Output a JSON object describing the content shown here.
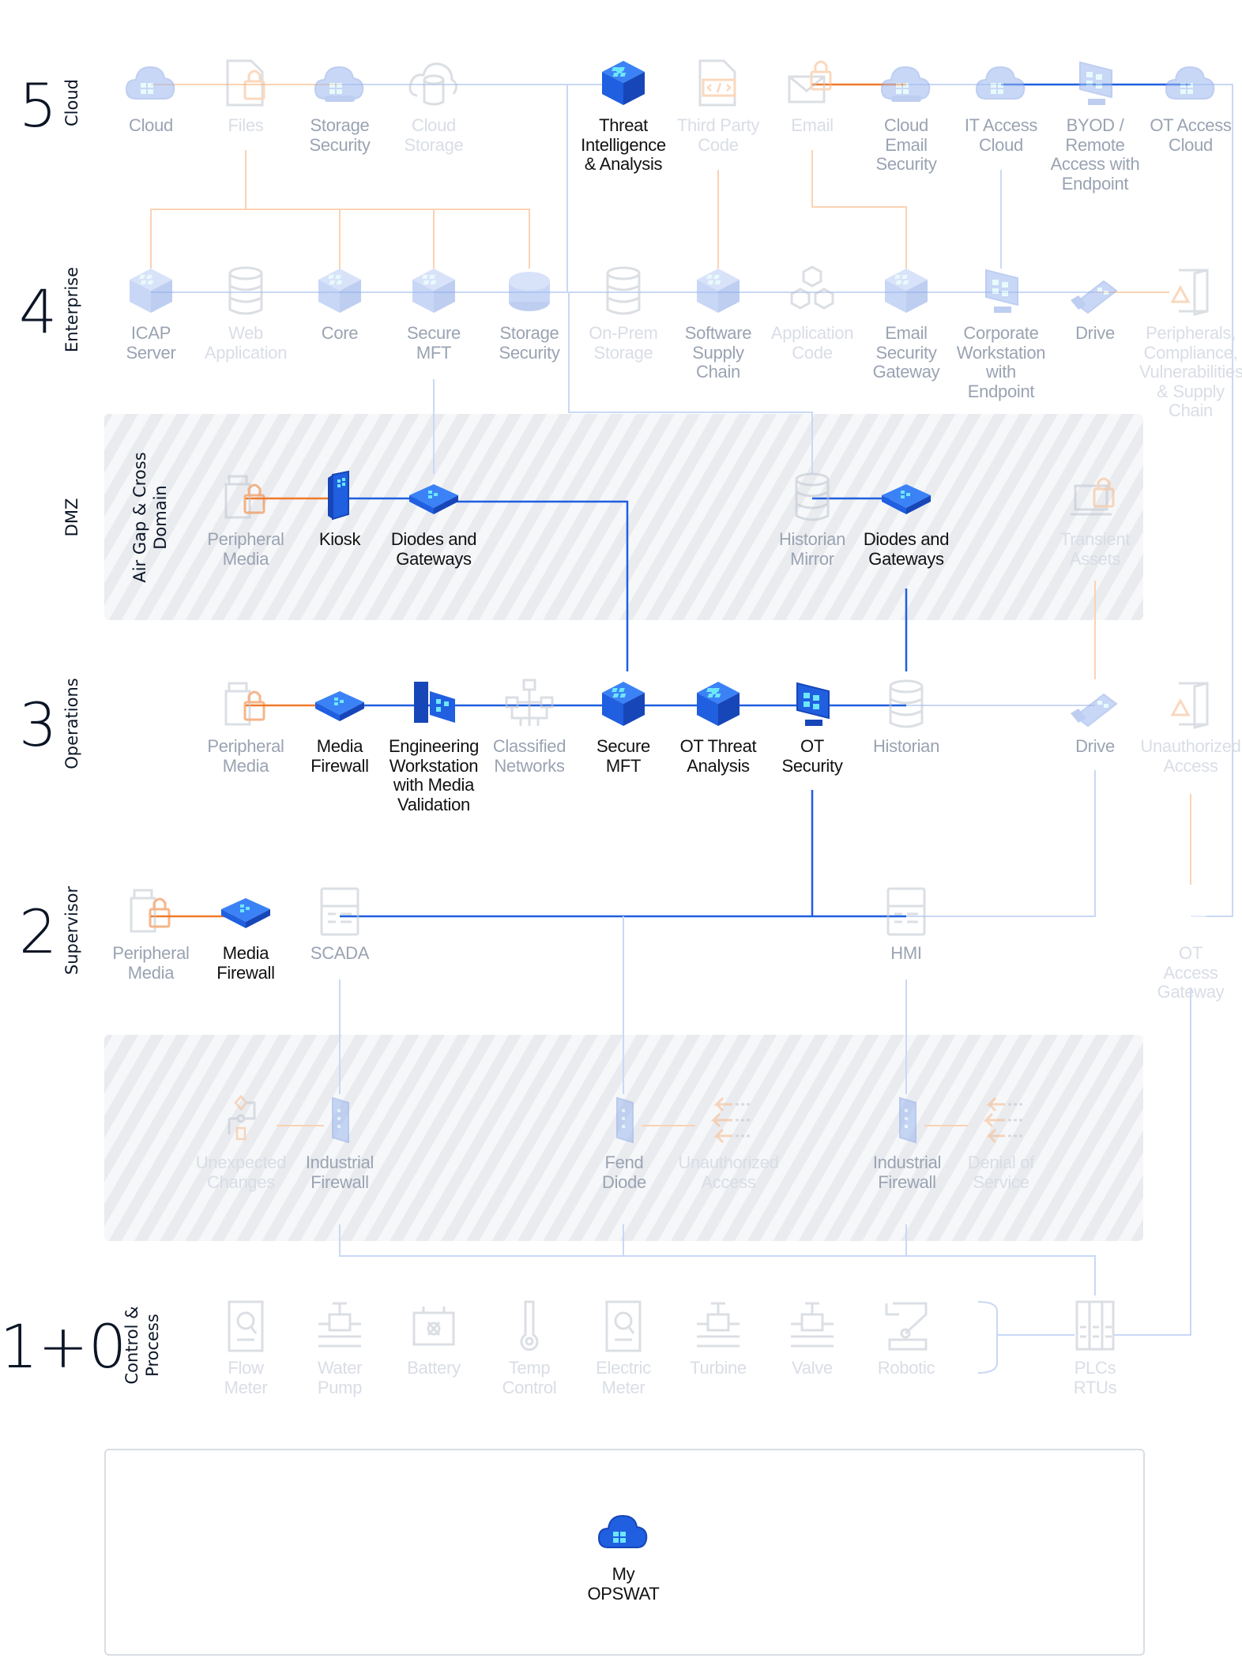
{
  "colors": {
    "active_blue": "#1f5fe0",
    "faded_blue": "#c9d8f6",
    "active_orange": "#f07a2a",
    "faded_orange": "#fbd2b3",
    "text": "#0b1526"
  },
  "layers": [
    {
      "number": "5",
      "name": "Cloud"
    },
    {
      "number": "4",
      "name": "Enterprise"
    },
    {
      "number": "",
      "name": "DMZ",
      "sub": "Air Gap & Cross\nDomain"
    },
    {
      "number": "3",
      "name": "Operations"
    },
    {
      "number": "2",
      "name": "Supervisor"
    },
    {
      "number": "1+0",
      "name": "Control &\nProcess"
    }
  ],
  "nodes": [
    {
      "label": "Cloud",
      "icon": "cloud-icon",
      "state": "dim"
    },
    {
      "label": "Files",
      "icon": "file-lock-icon",
      "state": "faded"
    },
    {
      "label": "Storage\nSecurity",
      "icon": "storage-cloud-icon",
      "state": "dim"
    },
    {
      "label": "Cloud\nStorage",
      "icon": "cloud-database-icon",
      "state": "faded"
    },
    {
      "label": "Threat\nIntelligence\n& Analysis",
      "icon": "threat-intel-icon",
      "state": "active"
    },
    {
      "label": "Third Party\nCode",
      "icon": "code-file-icon",
      "state": "faded"
    },
    {
      "label": "Email",
      "icon": "email-lock-icon",
      "state": "faded"
    },
    {
      "label": "Cloud\nEmail\nSecurity",
      "icon": "email-cloud-icon",
      "state": "dim"
    },
    {
      "label": "IT Access\nCloud",
      "icon": "access-cloud-icon",
      "state": "dim"
    },
    {
      "label": "BYOD /\nRemote\nAccess with\nEndpoint",
      "icon": "laptop-icon",
      "state": "dim"
    },
    {
      "label": "OT Access\nCloud",
      "icon": "access-cloud-icon",
      "state": "dim"
    },
    {
      "label": "ICAP\nServer",
      "icon": "server-cube-icon",
      "state": "dim"
    },
    {
      "label": "Web\nApplication",
      "icon": "database-icon",
      "state": "faded"
    },
    {
      "label": "Core",
      "icon": "cube-icon",
      "state": "dim"
    },
    {
      "label": "Secure\nMFT",
      "icon": "cube-icon",
      "state": "dim"
    },
    {
      "label": "Storage\nSecurity",
      "icon": "storage-icon",
      "state": "dim"
    },
    {
      "label": "On-Prem\nStorage",
      "icon": "database-icon",
      "state": "faded"
    },
    {
      "label": "Software\nSupply\nChain",
      "icon": "cube-icon",
      "state": "dim"
    },
    {
      "label": "Application\nCode",
      "icon": "boxes-icon",
      "state": "faded"
    },
    {
      "label": "Email\nSecurity\nGateway",
      "icon": "cube-icon",
      "state": "dim"
    },
    {
      "label": "Corporate\nWorkstation\nwith\nEndpoint",
      "icon": "monitor-icon",
      "state": "dim"
    },
    {
      "label": "Drive",
      "icon": "usb-drive-icon",
      "state": "dim"
    },
    {
      "label": "Peripherals,\nCompliance,\nVulnerabilities,\n& Supply Chain",
      "icon": "warning-door-icon",
      "state": "faded"
    },
    {
      "label": "Peripheral\nMedia",
      "icon": "peripheral-lock-icon",
      "state": "dim"
    },
    {
      "label": "Kiosk",
      "icon": "kiosk-icon",
      "state": "active"
    },
    {
      "label": "Diodes and\nGateways",
      "icon": "gateway-icon",
      "state": "active"
    },
    {
      "label": "Historian\nMirror",
      "icon": "database-icon",
      "state": "dim"
    },
    {
      "label": "Diodes and\nGateways",
      "icon": "gateway-icon",
      "state": "active"
    },
    {
      "label": "Transient\nAssets",
      "icon": "laptop-lock-icon",
      "state": "faded"
    },
    {
      "label": "Peripheral\nMedia",
      "icon": "peripheral-lock-icon",
      "state": "dim"
    },
    {
      "label": "Media\nFirewall",
      "icon": "firewall-icon",
      "state": "active"
    },
    {
      "label": "Engineering\nWorkstation\nwith Media\nValidation",
      "icon": "workstation-icon",
      "state": "active"
    },
    {
      "label": "Classified\nNetworks",
      "icon": "network-icon",
      "state": "dim"
    },
    {
      "label": "Secure\nMFT",
      "icon": "cube-icon",
      "state": "active"
    },
    {
      "label": "OT Threat\nAnalysis",
      "icon": "threat-intel-icon",
      "state": "active"
    },
    {
      "label": "OT\nSecurity",
      "icon": "monitor-icon",
      "state": "active"
    },
    {
      "label": "Historian",
      "icon": "database-icon",
      "state": "dim"
    },
    {
      "label": "Drive",
      "icon": "usb-drive-icon",
      "state": "dim"
    },
    {
      "label": "Unauthorized\nAccess",
      "icon": "warning-door-icon",
      "state": "faded"
    },
    {
      "label": "Peripheral\nMedia",
      "icon": "peripheral-lock-icon",
      "state": "dim"
    },
    {
      "label": "Media\nFirewall",
      "icon": "firewall-icon",
      "state": "active"
    },
    {
      "label": "SCADA",
      "icon": "scada-icon",
      "state": "dim"
    },
    {
      "label": "HMI",
      "icon": "scada-icon",
      "state": "dim"
    },
    {
      "label": "OT\nAccess\nGateway",
      "icon": "usb-drive-icon",
      "state": "faded"
    },
    {
      "label": "Unexpected\nChanges",
      "icon": "flowchart-icon",
      "state": "faded"
    },
    {
      "label": "Industrial\nFirewall",
      "icon": "tower-icon",
      "state": "dim"
    },
    {
      "label": "Fend\nDiode",
      "icon": "tower-icon",
      "state": "dim"
    },
    {
      "label": "Unauthorized\nAccess",
      "icon": "arrows-icon",
      "state": "faded"
    },
    {
      "label": "Industrial\nFirewall",
      "icon": "tower-icon",
      "state": "dim"
    },
    {
      "label": "Denial of\nService",
      "icon": "arrows-icon",
      "state": "faded"
    },
    {
      "label": "Flow\nMeter",
      "icon": "meter-icon",
      "state": "faded"
    },
    {
      "label": "Water\nPump",
      "icon": "pump-icon",
      "state": "faded"
    },
    {
      "label": "Battery",
      "icon": "battery-icon",
      "state": "faded"
    },
    {
      "label": "Temp\nControl",
      "icon": "thermometer-icon",
      "state": "faded"
    },
    {
      "label": "Electric\nMeter",
      "icon": "meter-icon",
      "state": "faded"
    },
    {
      "label": "Turbine",
      "icon": "pump-icon",
      "state": "faded"
    },
    {
      "label": "Valve",
      "icon": "pump-icon",
      "state": "faded"
    },
    {
      "label": "Robotic",
      "icon": "robot-arm-icon",
      "state": "faded"
    },
    {
      "label": "PLCs\nRTUs",
      "icon": "plc-icon",
      "state": "faded"
    },
    {
      "label": "My\nOPSWAT",
      "icon": "cloud-icon",
      "state": "active"
    }
  ]
}
